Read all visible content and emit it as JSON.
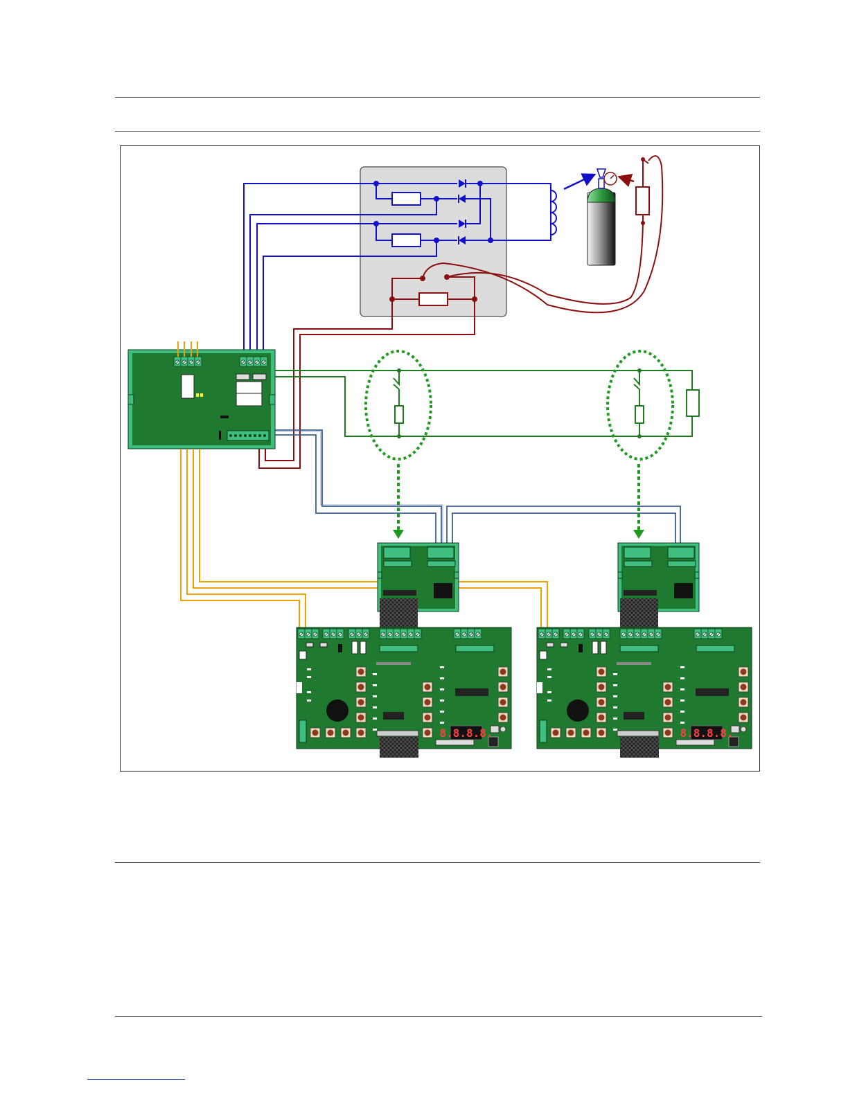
{
  "page": {
    "header_rules": 2,
    "footer_rules": 2
  },
  "diagram": {
    "seven_segment_left": "8.8.8.8.",
    "seven_segment_right": "8.8.8.8.",
    "colors": {
      "control_wire": "#1010c8",
      "solenoid_wire": "#8b0e0e",
      "bus_wire": "#1f7a1f",
      "data_wire": "#3a5f8f",
      "power_wire": "#f0a000",
      "board_green": "#1f7a2f",
      "board_edge": "#3fbf7f",
      "terminal_green": "#3fbf7f",
      "module_grey": "#dcdcdc",
      "cylinder_green": "#2e9a3e",
      "zone_ring": "#1f9a1f"
    }
  }
}
